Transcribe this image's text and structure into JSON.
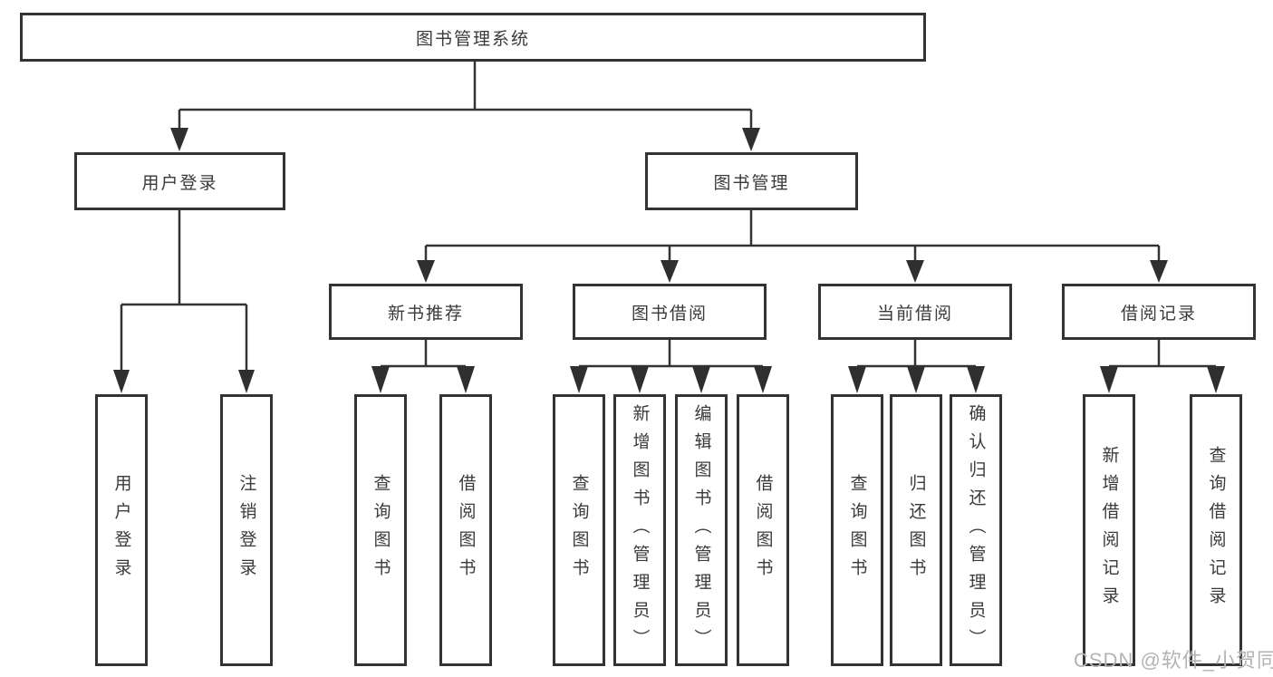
{
  "diagram": {
    "root": {
      "label": "图书管理系统"
    },
    "level2": {
      "user_login": {
        "label": "用户登录"
      },
      "book_management": {
        "label": "图书管理"
      }
    },
    "level3": {
      "new_book_recommend": {
        "label": "新书推荐"
      },
      "book_borrow": {
        "label": "图书借阅"
      },
      "current_borrow": {
        "label": "当前借阅"
      },
      "borrow_records": {
        "label": "借阅记录"
      }
    },
    "leaves": {
      "user_login_leaf": {
        "label": "用户登录"
      },
      "logout": {
        "label": "注销登录"
      },
      "nb_query_books": {
        "label": "查询图书"
      },
      "nb_borrow_books": {
        "label": "借阅图书"
      },
      "bb_query_books": {
        "label": "查询图书"
      },
      "bb_add_books": {
        "label": "新增图书（管理员）"
      },
      "bb_edit_books": {
        "label": "编辑图书（管理员）"
      },
      "bb_borrow_books": {
        "label": "借阅图书"
      },
      "cb_query_books": {
        "label": "查询图书"
      },
      "cb_return_books": {
        "label": "归还图书"
      },
      "cb_confirm_return": {
        "label": "确认归还（管理员）"
      },
      "br_add_record": {
        "label": "新增借阅记录"
      },
      "br_query_record": {
        "label": "查询借阅记录"
      }
    }
  },
  "watermark": {
    "text": "CSDN @软件_小贺同学"
  },
  "colors": {
    "line": "#333333",
    "text": "#3a3a3a",
    "watermark": "#b3b3b3",
    "background": "#ffffff"
  }
}
